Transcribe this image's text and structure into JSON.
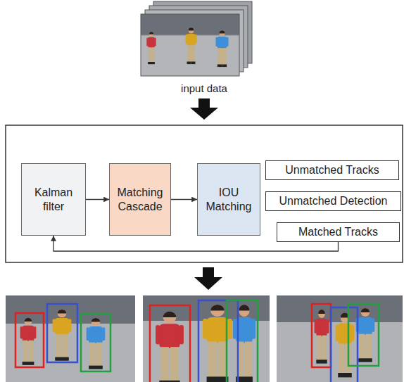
{
  "diagram": {
    "nodes": [
      {
        "text": [
          "Kalman filter"
        ]
      },
      {
        "text": [
          "Matching Cascade"
        ]
      },
      {
        "text": [
          "IOU Matching"
        ]
      },
      {
        "text": [
          "Unmatched Tracks"
        ]
      },
      {
        "text": [
          "Unmatched Detection"
        ]
      },
      {
        "text": [
          "Matched Tracks"
        ]
      }
    ],
    "edges": [
      {
        "from": 0,
        "to": 1,
        "arrow": "to"
      },
      {
        "from": 1,
        "to": 2,
        "arrow": "to"
      },
      {
        "from": 5,
        "to": 0,
        "arrow": "to"
      }
    ],
    "labels": [
      "input data"
    ]
  }
}
